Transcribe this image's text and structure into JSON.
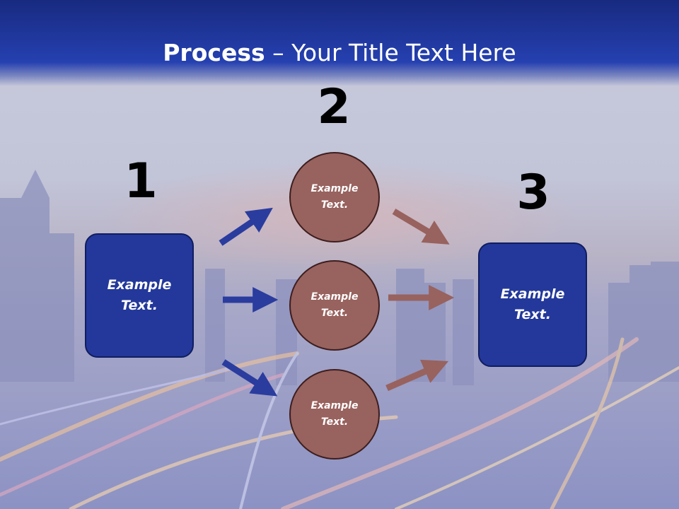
{
  "title": {
    "bold": "Process",
    "rest": " – Your Title Text Here"
  },
  "steps": [
    {
      "number": "1",
      "text": "Example\nText."
    },
    {
      "number": "2",
      "text": "Example\nText."
    },
    {
      "number": "3",
      "text": "Example\nText."
    }
  ],
  "circles": [
    {
      "text": "Example\nText."
    },
    {
      "text": "Example\nText."
    },
    {
      "text": "Example\nText."
    }
  ],
  "colors": {
    "header": "#2540b0",
    "box": "#23389a",
    "circle": "#98625e",
    "arrow_in": "#2a3c9e",
    "arrow_out": "#98625e"
  }
}
